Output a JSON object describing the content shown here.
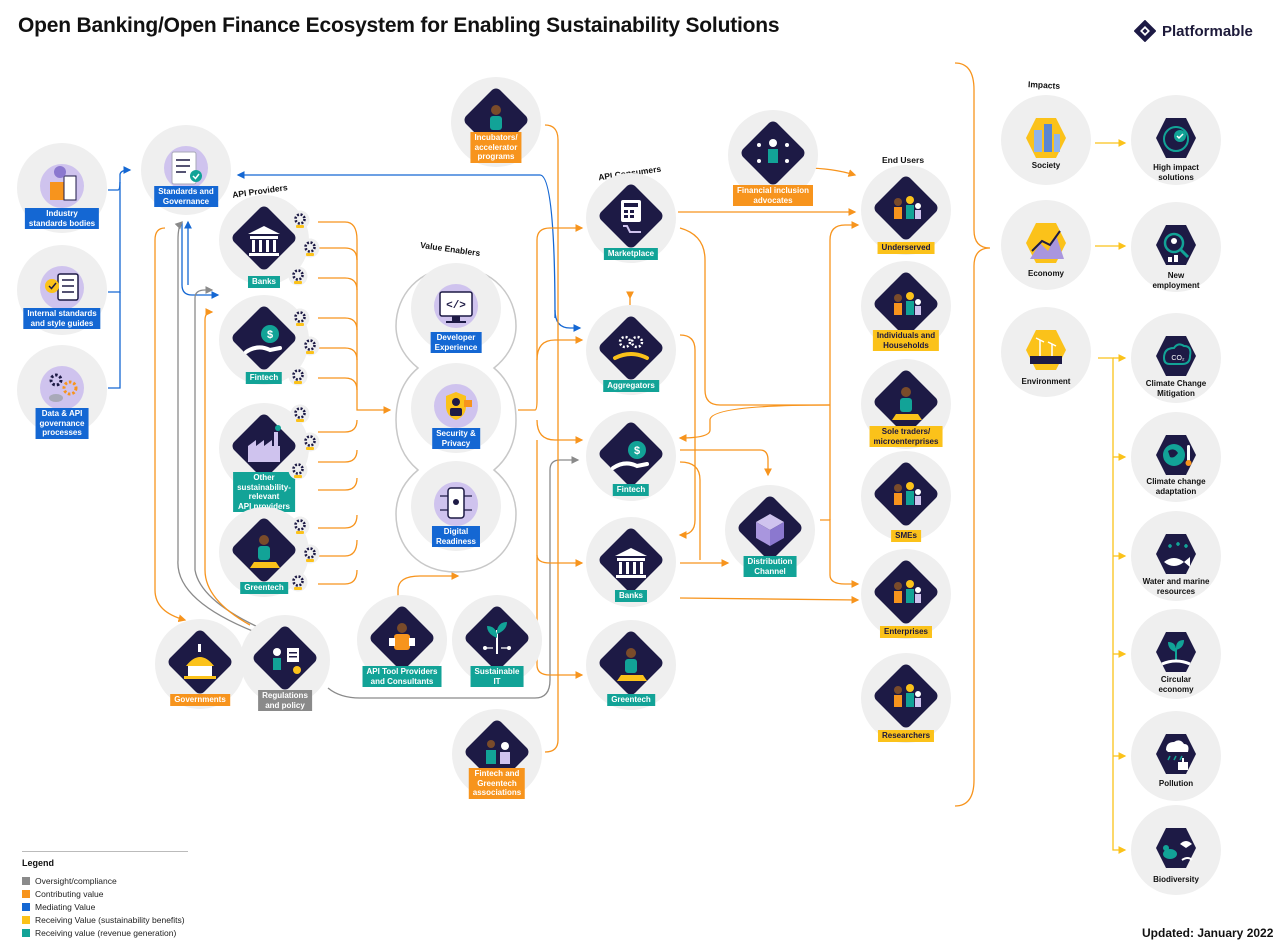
{
  "title": "Open Banking/Open Finance Ecosystem for Enabling Sustainability Solutions",
  "brand": "Platformable",
  "updated": "Updated: January 2022",
  "sections": {
    "api_providers": "API Providers",
    "value_enablers": "Value Enablers",
    "api_consumers": "API Consumers",
    "end_users": "End Users",
    "impacts": "Impacts"
  },
  "nodes": {
    "industry_standards": {
      "label": "Industry standards bodies",
      "lines": [
        "Industry",
        "standards bodies"
      ],
      "color": "blue",
      "icon": "building-standards-icon"
    },
    "internal_standards": {
      "label": "Internal standards and style guides",
      "lines": [
        "Internal standards",
        "and style guides"
      ],
      "color": "blue",
      "icon": "checklist-icon"
    },
    "data_api_governance": {
      "label": "Data & API governance processes",
      "lines": [
        "Data & API",
        "governance",
        "processes"
      ],
      "color": "blue",
      "icon": "gears-icon"
    },
    "standards_governance": {
      "label": "Standards and Governance",
      "lines": [
        "Standards and",
        "Governance"
      ],
      "color": "blue",
      "icon": "certificate-icon"
    },
    "banks_provider": {
      "label": "Banks",
      "lines": [
        "Banks"
      ],
      "color": "teal",
      "icon": "bank-icon"
    },
    "fintech_provider": {
      "label": "Fintech",
      "lines": [
        "Fintech"
      ],
      "color": "teal",
      "icon": "hand-coin-icon"
    },
    "other_providers": {
      "label": "Other sustainability-relevant API providers",
      "lines": [
        "Other",
        "sustainability-",
        "relevant",
        "API providers"
      ],
      "color": "teal",
      "icon": "factory-icon"
    },
    "greentech_provider": {
      "label": "Greentech",
      "lines": [
        "Greentech"
      ],
      "color": "teal",
      "icon": "person-laptop-icon"
    },
    "governments": {
      "label": "Governments",
      "lines": [
        "Governments"
      ],
      "color": "orange",
      "icon": "capitol-icon"
    },
    "regulations": {
      "label": "Regulations and policy",
      "lines": [
        "Regulations",
        "and policy"
      ],
      "color": "gray",
      "icon": "people-documents-icon"
    },
    "incubators": {
      "label": "Incubators/ accelerator programs",
      "lines": [
        "Incubators/",
        "accelerator",
        "programs"
      ],
      "color": "orange",
      "icon": "person-laptop-icon"
    },
    "developer_experience": {
      "label": "Developer Experience",
      "lines": [
        "Developer",
        "Experience"
      ],
      "color": "blue",
      "icon": "code-screen-icon"
    },
    "security_privacy": {
      "label": "Security & Privacy",
      "lines": [
        "Security &",
        "Privacy"
      ],
      "color": "blue",
      "icon": "shield-lock-icon"
    },
    "digital_readiness": {
      "label": "Digital Readiness",
      "lines": [
        "Digital",
        "Readiness"
      ],
      "color": "blue",
      "icon": "phone-circuit-icon"
    },
    "api_tool_providers": {
      "label": "API Tool Providers and Consultants",
      "lines": [
        "API Tool Providers",
        "and Consultants"
      ],
      "color": "teal",
      "icon": "consultant-icon"
    },
    "sustainable_it": {
      "label": "Sustainable IT",
      "lines": [
        "Sustainable",
        "IT"
      ],
      "color": "teal",
      "icon": "plant-circuit-icon"
    },
    "fintech_assoc": {
      "label": "Fintech and Greentech associations",
      "lines": [
        "Fintech and",
        "Greentech",
        "associations"
      ],
      "color": "orange",
      "icon": "people-tablet-icon"
    },
    "marketplace": {
      "label": "Marketplace",
      "lines": [
        "Marketplace"
      ],
      "color": "teal",
      "icon": "calculator-cart-icon"
    },
    "aggregators": {
      "label": "Aggregators",
      "lines": [
        "Aggregators"
      ],
      "color": "teal",
      "icon": "hands-gears-icon"
    },
    "fintech_consumer": {
      "label": "Fintech",
      "lines": [
        "Fintech"
      ],
      "color": "teal",
      "icon": "hand-coin-icon"
    },
    "banks_consumer": {
      "label": "Banks",
      "lines": [
        "Banks"
      ],
      "color": "teal",
      "icon": "bank-icon"
    },
    "greentech_consumer": {
      "label": "Greentech",
      "lines": [
        "Greentech"
      ],
      "color": "teal",
      "icon": "person-laptop-icon"
    },
    "financial_inclusion": {
      "label": "Financial inclusion advocates",
      "lines": [
        "Financial inclusion",
        "advocates"
      ],
      "color": "orange",
      "icon": "person-network-icon"
    },
    "distribution": {
      "label": "Distribution Channel",
      "lines": [
        "Distribution",
        "Channel"
      ],
      "color": "teal",
      "icon": "cube-icon"
    },
    "underserved": {
      "label": "Underserved",
      "lines": [
        "Underserved"
      ],
      "color": "yellow",
      "icon": "group-icon"
    },
    "individuals": {
      "label": "Individuals and Households",
      "lines": [
        "Individuals and",
        "Households"
      ],
      "color": "yellow",
      "icon": "family-icon"
    },
    "sole_traders": {
      "label": "Sole traders/ microenterprises",
      "lines": [
        "Sole traders/",
        "microenterprises"
      ],
      "color": "yellow",
      "icon": "person-laptop-icon"
    },
    "smes": {
      "label": "SMEs",
      "lines": [
        "SMEs"
      ],
      "color": "yellow",
      "icon": "team-chart-icon"
    },
    "enterprises": {
      "label": "Enterprises",
      "lines": [
        "Enterprises"
      ],
      "color": "yellow",
      "icon": "team-icon"
    },
    "researchers": {
      "label": "Researchers",
      "lines": [
        "Researchers"
      ],
      "color": "yellow",
      "icon": "researcher-icon"
    },
    "society": {
      "label": "Society",
      "lines": [
        "Society"
      ],
      "color": "plain",
      "icon": "city-icon"
    },
    "economy": {
      "label": "Economy",
      "lines": [
        "Economy"
      ],
      "color": "plain",
      "icon": "chart-mountain-icon"
    },
    "environment": {
      "label": "Environment",
      "lines": [
        "Environment"
      ],
      "color": "plain",
      "icon": "windmill-icon"
    },
    "high_impact": {
      "label": "High impact solutions",
      "lines": [
        "High impact",
        "solutions"
      ],
      "color": "plain",
      "icon": "globe-check-icon"
    },
    "new_employment": {
      "label": "New employment",
      "lines": [
        "New",
        "employment"
      ],
      "color": "plain",
      "icon": "search-person-icon"
    },
    "climate_mitigation": {
      "label": "Climate Change Mitigation",
      "lines": [
        "Climate Change",
        "Mitigation"
      ],
      "color": "plain",
      "icon": "co2-icon"
    },
    "climate_adaptation": {
      "label": "Climate change adaptation",
      "lines": [
        "Climate change",
        "adaptation"
      ],
      "color": "plain",
      "icon": "earth-thermometer-icon"
    },
    "water_marine": {
      "label": "Water and marine resources",
      "lines": [
        "Water and marine",
        "resources"
      ],
      "color": "plain",
      "icon": "fish-icon"
    },
    "circular": {
      "label": "Circular economy",
      "lines": [
        "Circular",
        "economy"
      ],
      "color": "plain",
      "icon": "recycle-plant-icon"
    },
    "pollution": {
      "label": "Pollution",
      "lines": [
        "Pollution"
      ],
      "color": "plain",
      "icon": "factory-rain-icon"
    },
    "biodiversity": {
      "label": "Biodiversity",
      "lines": [
        "Biodiversity"
      ],
      "color": "plain",
      "icon": "animals-icon"
    }
  },
  "legend": {
    "title": "Legend",
    "items": [
      {
        "label": "Oversight/compliance",
        "color": "#8a8a8a"
      },
      {
        "label": "Contributing value",
        "color": "#f7941d"
      },
      {
        "label": "Mediating Value",
        "color": "#1467d3"
      },
      {
        "label": "Receiving Value (sustainability benefits)",
        "color": "#fbc21a"
      },
      {
        "label": "Receiving value (revenue generation)",
        "color": "#12a397"
      }
    ]
  },
  "colors": {
    "blue": "#1467d3",
    "orange": "#f7941d",
    "teal": "#12a397",
    "yellow": "#fbc21a",
    "gray": "#8a8a8a",
    "navy": "#1d1a45",
    "lavender": "#cfc3ee"
  }
}
